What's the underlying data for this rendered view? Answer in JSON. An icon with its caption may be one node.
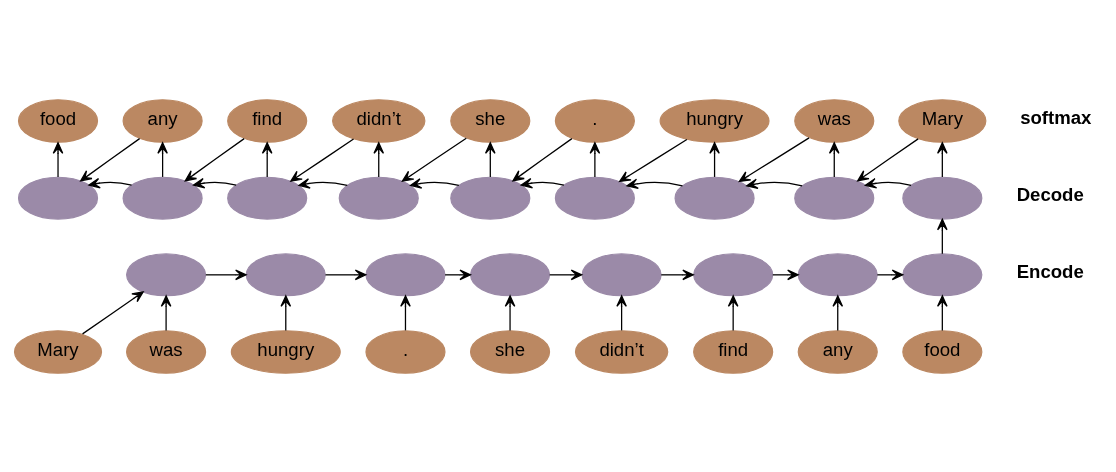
{
  "diagram": {
    "nodes": [
      {
        "text": [
          "food"
        ]
      },
      {
        "text": [
          "any"
        ]
      },
      {
        "text": [
          "find"
        ]
      },
      {
        "text": [
          "didn’t"
        ]
      },
      {
        "text": [
          "she"
        ]
      },
      {
        "text": [
          "."
        ]
      },
      {
        "text": [
          "hungry"
        ]
      },
      {
        "text": [
          "was"
        ]
      },
      {
        "text": [
          "Mary"
        ]
      },
      {
        "text": [],
        "shape": "ellipse"
      },
      {
        "text": [],
        "shape": "ellipse"
      },
      {
        "text": [],
        "shape": "ellipse"
      },
      {
        "text": [],
        "shape": "ellipse"
      },
      {
        "text": [],
        "shape": "ellipse"
      },
      {
        "text": [],
        "shape": "ellipse"
      },
      {
        "text": [],
        "shape": "ellipse"
      },
      {
        "text": [],
        "shape": "ellipse"
      },
      {
        "text": [],
        "shape": "ellipse"
      },
      {
        "text": [],
        "shape": "ellipse"
      },
      {
        "text": [],
        "shape": "ellipse"
      },
      {
        "text": [],
        "shape": "ellipse"
      },
      {
        "text": [],
        "shape": "ellipse"
      },
      {
        "text": [],
        "shape": "ellipse"
      },
      {
        "text": [],
        "shape": "ellipse"
      },
      {
        "text": [],
        "shape": "ellipse"
      },
      {
        "text": [],
        "shape": "ellipse"
      },
      {
        "text": [
          "Mary"
        ]
      },
      {
        "text": [
          "was"
        ]
      },
      {
        "text": [
          "hungry"
        ]
      },
      {
        "text": [
          "."
        ]
      },
      {
        "text": [
          "she"
        ]
      },
      {
        "text": [
          "didn’t"
        ]
      },
      {
        "text": [
          "find"
        ]
      },
      {
        "text": [
          "any"
        ]
      },
      {
        "text": [
          "food"
        ]
      }
    ],
    "edges": [
      {
        "from": 26,
        "to": 18,
        "arrow": "to"
      },
      {
        "from": 27,
        "to": 18,
        "arrow": "to"
      },
      {
        "from": 28,
        "to": 19,
        "arrow": "to"
      },
      {
        "from": 29,
        "to": 20,
        "arrow": "to"
      },
      {
        "from": 30,
        "to": 21,
        "arrow": "to"
      },
      {
        "from": 31,
        "to": 22,
        "arrow": "to"
      },
      {
        "from": 32,
        "to": 23,
        "arrow": "to"
      },
      {
        "from": 33,
        "to": 24,
        "arrow": "to"
      },
      {
        "from": 34,
        "to": 25,
        "arrow": "to"
      },
      {
        "from": 18,
        "to": 19,
        "arrow": "to"
      },
      {
        "from": 19,
        "to": 20,
        "arrow": "to"
      },
      {
        "from": 20,
        "to": 21,
        "arrow": "to"
      },
      {
        "from": 21,
        "to": 22,
        "arrow": "to"
      },
      {
        "from": 22,
        "to": 23,
        "arrow": "to"
      },
      {
        "from": 23,
        "to": 24,
        "arrow": "to"
      },
      {
        "from": 24,
        "to": 25,
        "arrow": "to"
      },
      {
        "from": 25,
        "to": 17,
        "arrow": "to"
      },
      {
        "from": 17,
        "to": 16,
        "arrow": "to"
      },
      {
        "from": 16,
        "to": 15,
        "arrow": "to"
      },
      {
        "from": 15,
        "to": 14,
        "arrow": "to"
      },
      {
        "from": 14,
        "to": 13,
        "arrow": "to"
      },
      {
        "from": 13,
        "to": 12,
        "arrow": "to"
      },
      {
        "from": 12,
        "to": 11,
        "arrow": "to"
      },
      {
        "from": 11,
        "to": 10,
        "arrow": "to"
      },
      {
        "from": 10,
        "to": 9,
        "arrow": "to"
      },
      {
        "from": 9,
        "to": 0,
        "arrow": "to"
      },
      {
        "from": 10,
        "to": 1,
        "arrow": "to"
      },
      {
        "from": 11,
        "to": 2,
        "arrow": "to"
      },
      {
        "from": 12,
        "to": 3,
        "arrow": "to"
      },
      {
        "from": 13,
        "to": 4,
        "arrow": "to"
      },
      {
        "from": 14,
        "to": 5,
        "arrow": "to"
      },
      {
        "from": 15,
        "to": 6,
        "arrow": "to"
      },
      {
        "from": 16,
        "to": 7,
        "arrow": "to"
      },
      {
        "from": 17,
        "to": 8,
        "arrow": "to"
      },
      {
        "from": 1,
        "to": 9,
        "arrow": "to"
      },
      {
        "from": 2,
        "to": 10,
        "arrow": "to"
      },
      {
        "from": 3,
        "to": 11,
        "arrow": "to"
      },
      {
        "from": 4,
        "to": 12,
        "arrow": "to"
      },
      {
        "from": 5,
        "to": 13,
        "arrow": "to"
      },
      {
        "from": 6,
        "to": 14,
        "arrow": "to"
      },
      {
        "from": 7,
        "to": 15,
        "arrow": "to"
      },
      {
        "from": 8,
        "to": 16,
        "arrow": "to"
      }
    ],
    "labels": [
      "softmax",
      "Decode",
      "Encode"
    ]
  }
}
